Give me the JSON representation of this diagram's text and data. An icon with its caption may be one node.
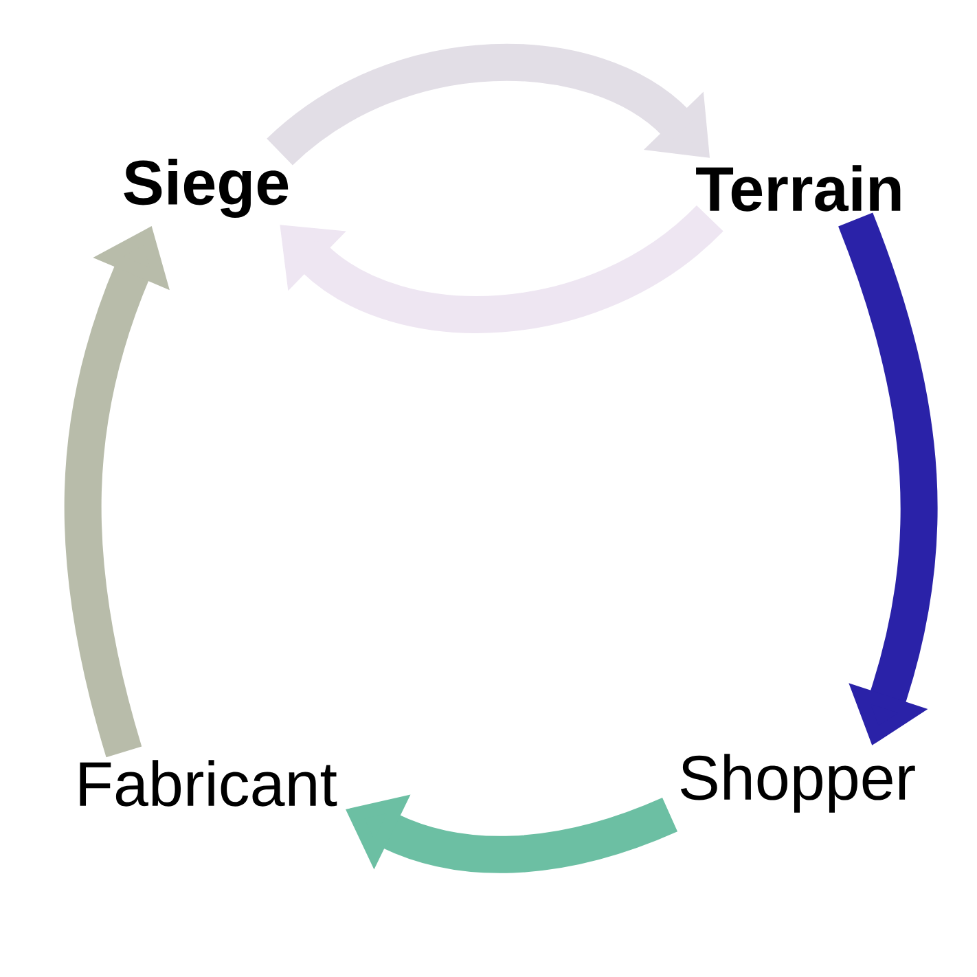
{
  "diagram": {
    "nodes": [
      {
        "text": [
          "**Siege**"
        ]
      },
      {
        "text": [
          "**Terrain**"
        ]
      },
      {
        "text": [
          "Fabricant"
        ]
      },
      {
        "text": [
          "Shopper"
        ]
      }
    ],
    "edges": [
      {
        "from": 0,
        "to": 1,
        "arrow": "to",
        "color": "#e2dee6"
      },
      {
        "from": 1,
        "to": 0,
        "arrow": "to",
        "color": "#eee6f2"
      },
      {
        "from": 1,
        "to": 3,
        "arrow": "to",
        "color": "#2a22a8"
      },
      {
        "from": 3,
        "to": 2,
        "arrow": "to",
        "color": "#6cbfa3"
      },
      {
        "from": 2,
        "to": 0,
        "arrow": "to",
        "color": "#b8bcaa"
      }
    ]
  }
}
